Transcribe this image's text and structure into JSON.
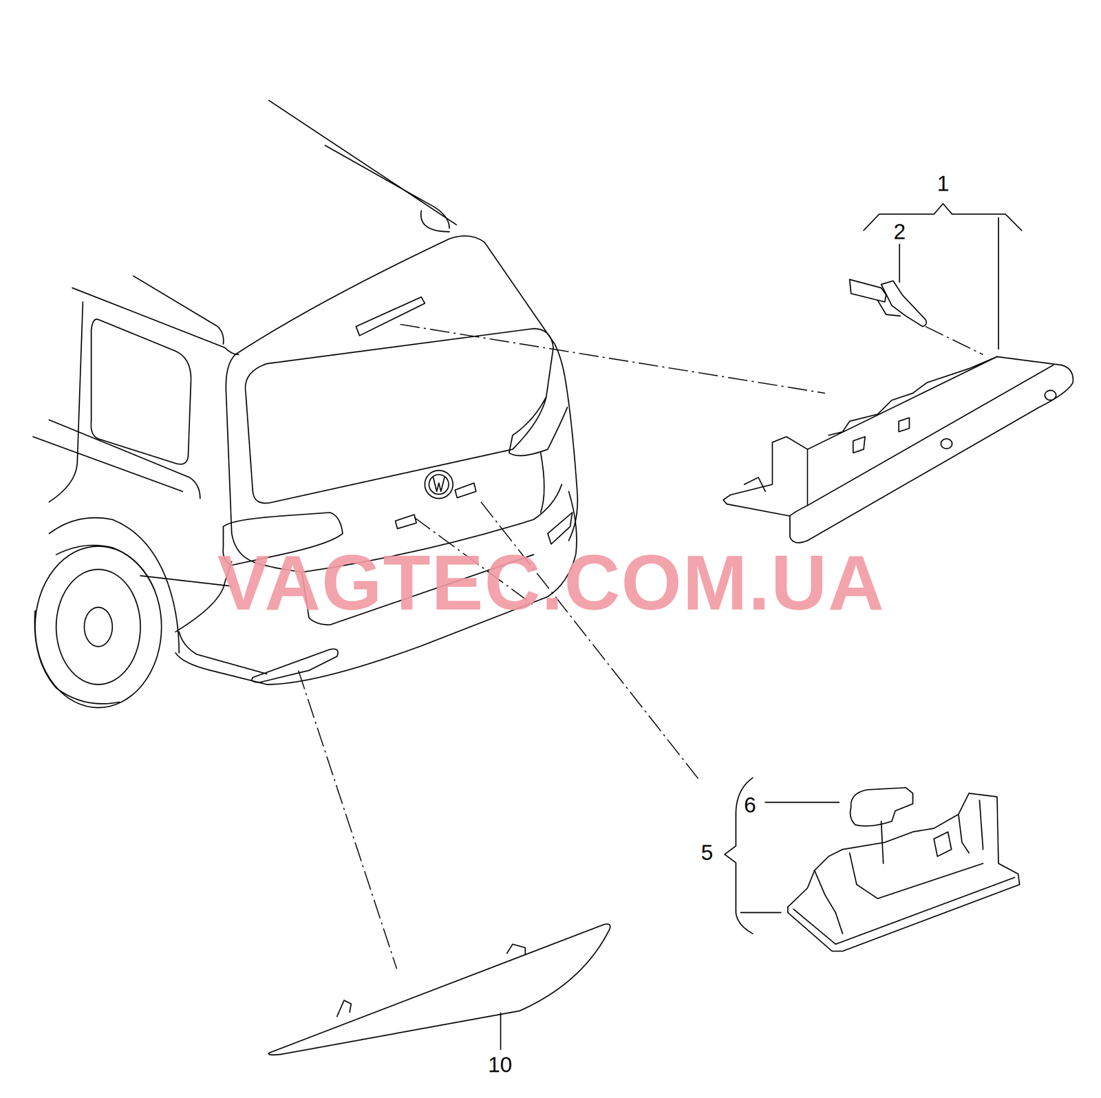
{
  "diagram": {
    "labels": [
      "1",
      "2",
      "6",
      "5",
      "10",
      "VAGTEC.COM.UA"
    ]
  }
}
